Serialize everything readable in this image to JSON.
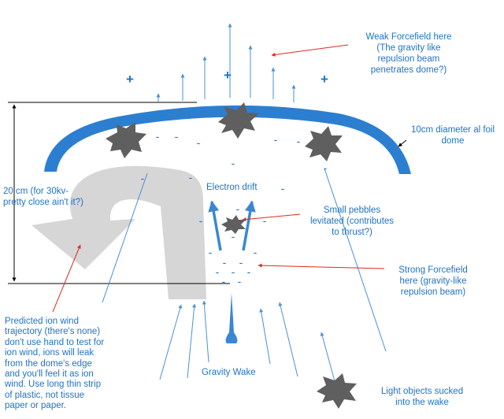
{
  "labels": {
    "weak_forcefield": "Weak Forcefield here\n(The gravity like\nrepulsion beam\npenetrates dome?)",
    "dome": "10cm diameter al foil\ndome",
    "height": "20 cm (for 30kv-\npretty close ain't it?)",
    "electron_drift": "Electron drift",
    "pebbles": "Small pebbles\nlevitated (contributes\nto thrust?)",
    "strong_forcefield": "Strong Forcefield\nhere (gravity-like\nrepulsion beam)",
    "ion_wind": "Predicted ion wind\ntrajectory (there's none)\ndon't use hand to test for\nion wind, ions will leak\nfrom the dome's edge\nand you'll feel it as ion\nwind.  Use long thin strip\nof plastic, not tissue\npaper or paper.",
    "gravity_wake": "Gravity Wake",
    "light_objects": "Light objects sucked\ninto the wake"
  },
  "symbols": {
    "plus": "+",
    "minus": "-"
  },
  "colors": {
    "text_blue": "#1f73c4",
    "dome_blue": "#2c7fd0",
    "arrow_blue": "#4a90d9",
    "pointer_red": "#e02a1f",
    "burst_gray": "#5f5f5f",
    "wind_gray": "#d6d6d6"
  }
}
